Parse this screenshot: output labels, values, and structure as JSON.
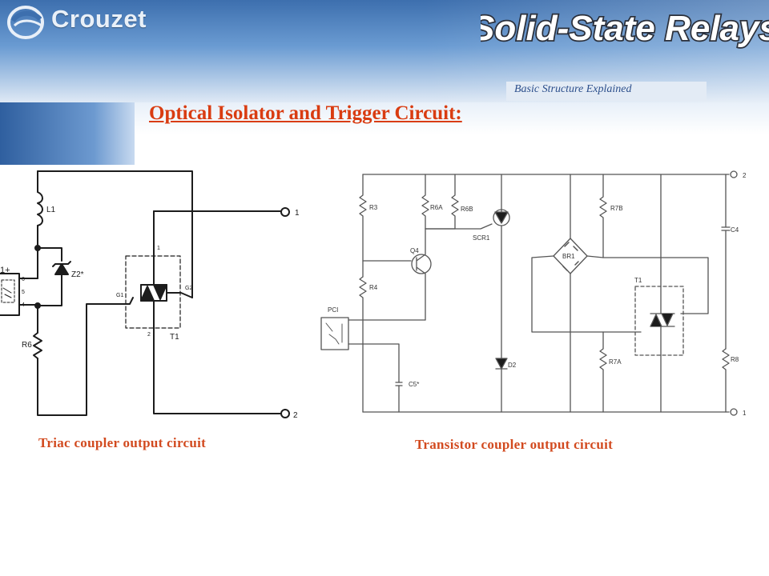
{
  "header": {
    "logo_text": "Crouzet",
    "title": "Solid-State Relays",
    "subtitle": "Basic Structure Explained"
  },
  "section_title": "Optical Isolator and Trigger Circuit:",
  "left_circuit": {
    "caption": "Triac coupler output circuit",
    "labels": {
      "l1": "L1",
      "z2": "Z2*",
      "r6": "R6",
      "t1": "T1",
      "g1": "G1",
      "g2": "G2",
      "pin1": "1",
      "pin2": "2",
      "term1": "1",
      "term2": "2",
      "in_plus": "1+",
      "pin6": "6",
      "pin5": "5",
      "pin4": "4"
    }
  },
  "right_circuit": {
    "caption": "Transistor coupler output circuit",
    "labels": {
      "r3": "R3",
      "r4": "R4",
      "r6a": "R6A",
      "r6b": "R6B",
      "q4": "Q4",
      "scr1": "SCR1",
      "pci": "PCI",
      "c5": "C5*",
      "d2": "D2",
      "br1": "BR1",
      "r7b": "R7B",
      "r7a": "R7A",
      "t1": "T1",
      "c4": "C4",
      "r8": "R8",
      "term2": "2",
      "term1": "1"
    }
  },
  "colors": {
    "title_red": "#d93c11",
    "caption_orange": "#d24a1f",
    "subtitle_blue": "#2c4f8c",
    "header_blue": "#3d6fae"
  }
}
